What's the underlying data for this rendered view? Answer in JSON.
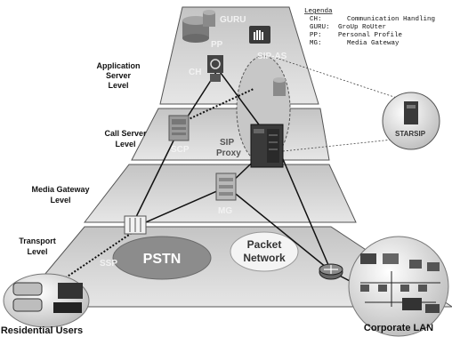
{
  "legend": {
    "title": "Legenda",
    "entries": [
      {
        "abbr": "CH:",
        "text": "Communication Handling"
      },
      {
        "abbr": "GURU:",
        "text": "GroUp RoUter"
      },
      {
        "abbr": "PP:",
        "text": "Personal Profile"
      },
      {
        "abbr": "MG:",
        "text": "Media Gateway"
      }
    ]
  },
  "levels": {
    "application": [
      "Application",
      "Server",
      "Level"
    ],
    "call": [
      "Call Server",
      "Level"
    ],
    "media": [
      "Media Gateway",
      "Level"
    ],
    "transport": [
      "Transport",
      "Level"
    ]
  },
  "nodes": {
    "guru": "GURU",
    "pp": "PP",
    "ch": "CH",
    "sip_as": "SIP-AS",
    "scp": "SCP",
    "sip_proxy": [
      "SIP",
      "Proxy"
    ],
    "starsip": "STARSIP",
    "mg": "MG",
    "ssp": "SSP",
    "pstn": "PSTN",
    "packet_network": [
      "Packet",
      "Network"
    ]
  },
  "captions": {
    "residential": "Residential Users",
    "corporate": "Corporate LAN"
  },
  "colors": {
    "tier_fill": "#d9d9d9",
    "tier_shade": "#bdbdbd",
    "pstn_fill": "#8c8c8c",
    "dark_node": "#3a3a3a"
  }
}
